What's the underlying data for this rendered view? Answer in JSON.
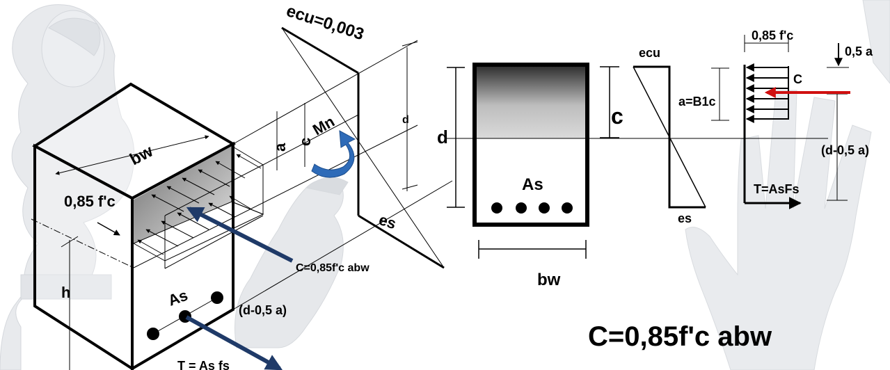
{
  "colors": {
    "ink": "#000000",
    "arrow_blue": "#1f3a68",
    "moment_arrow": "#2e6bb8",
    "red_arrow": "#d01010",
    "stress_block_top": "#2a2a2a",
    "stress_block_bottom": "#dadada",
    "sculpture": "#e7e9ec"
  },
  "iso_view": {
    "ecu": "ecu=0,003",
    "es": "es",
    "bw": "bw",
    "stress": "0,85 f'c",
    "a": "a",
    "c": "c",
    "mn": "Mn",
    "d": "d",
    "h": "h",
    "as": "As",
    "compression": "C=0,85f'c abw",
    "lever": "(d-0,5 a)",
    "tension": "T = As fs"
  },
  "section_view": {
    "d": "d",
    "c": "c",
    "as": "As",
    "bw": "bw",
    "bars": [
      "bar",
      "bar",
      "bar",
      "bar"
    ]
  },
  "strain_view": {
    "ecu": "ecu",
    "es": "es",
    "a": "a=B1c"
  },
  "force_view": {
    "stress": "0,85 f'c",
    "half_a": "0,5 a",
    "c": "C",
    "lever": "(d-0,5 a)",
    "tension": "T=AsFs"
  },
  "formula": "C=0,85f'c abw",
  "icons": [
    "bust-sculpture",
    "eagle-sculpture",
    "hand-sculpture",
    "moment-arrow-icon"
  ]
}
